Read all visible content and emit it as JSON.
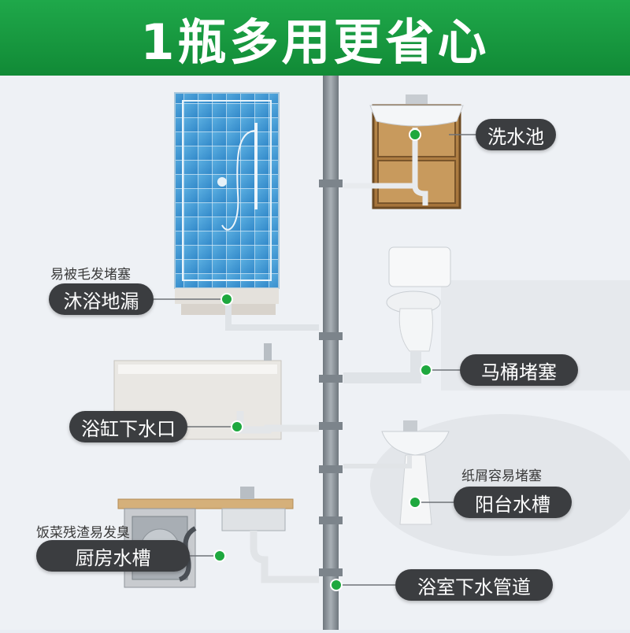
{
  "banner": {
    "title": "1瓶多用更省心"
  },
  "labels": {
    "sink": "洗水池",
    "shower": "沐浴地漏",
    "toilet": "马桶堵塞",
    "bathtub": "浴缸下水口",
    "balcony": "阳台水槽",
    "kitchen": "厨房水槽",
    "pipe": "浴室下水管道"
  },
  "notes": {
    "shower": "易被毛发堵塞",
    "balcony": "纸屑容易堵塞",
    "kitchen": "饭菜残渣易发臭"
  },
  "colors": {
    "banner": "#17993f",
    "label_bg": "#3b3d40",
    "dot": "#1ea83e",
    "pipe": "#8d959c"
  }
}
